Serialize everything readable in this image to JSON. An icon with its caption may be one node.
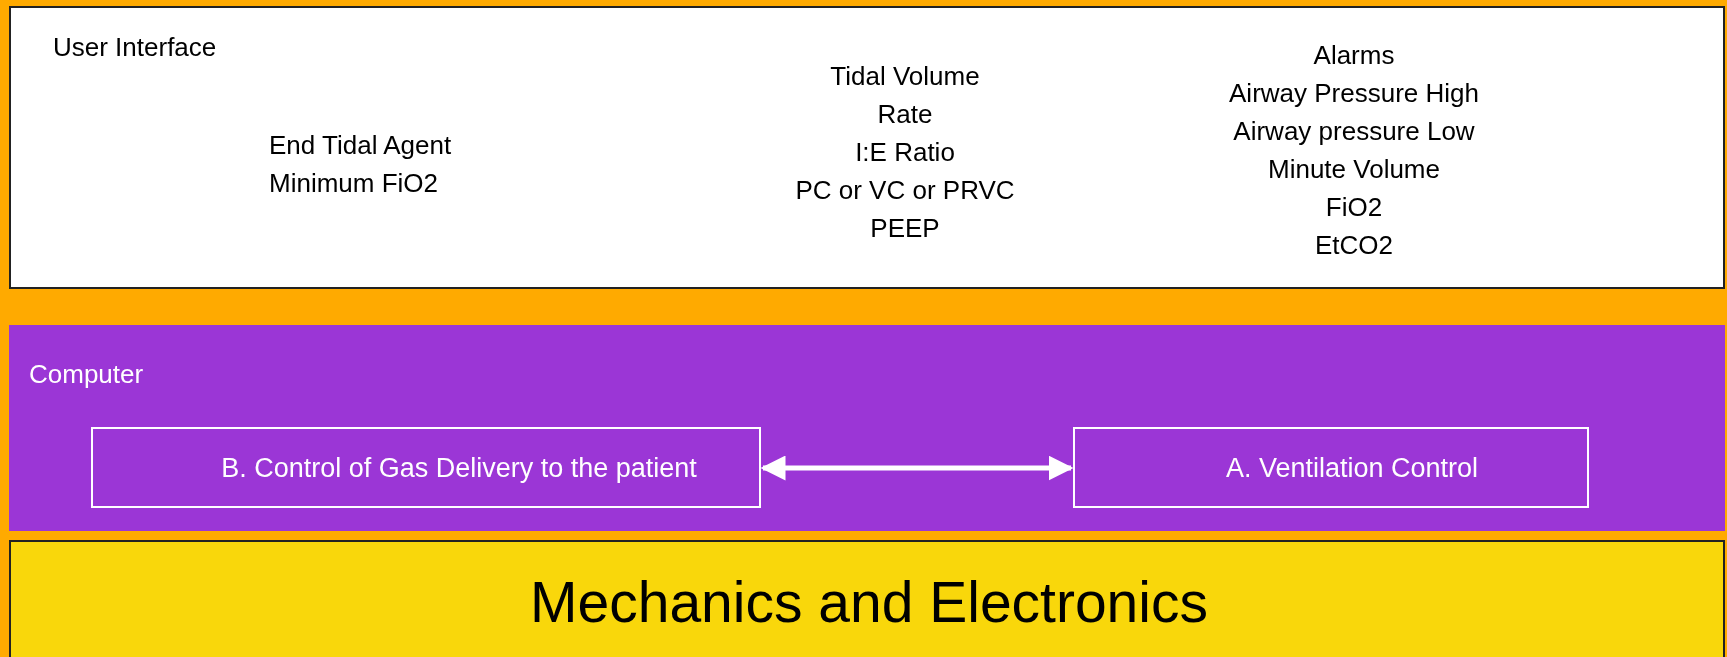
{
  "diagram": {
    "nodes": [
      {
        "text": [
          "User Interface",
          "End Tidal Agent",
          "Minimum FiO2",
          "Tidal Volume",
          "Rate",
          "I:E Ratio",
          "PC or VC or PRVC",
          "PEEP",
          "Alarms",
          "Airway Pressure High",
          "Airway pressure Low",
          "Minute Volume",
          "FiO2",
          "EtCO2"
        ]
      },
      {
        "text": [
          "Computer"
        ]
      },
      {
        "text": [
          "B. Control of Gas Delivery to the patient"
        ],
        "in": 1
      },
      {
        "text": [
          "A. Ventilation Control"
        ],
        "in": 1
      },
      {
        "text": [
          "Mechanics and Electronics"
        ]
      }
    ],
    "edges": [
      {
        "from": 2,
        "to": 3,
        "arrow": "both"
      }
    ]
  }
}
